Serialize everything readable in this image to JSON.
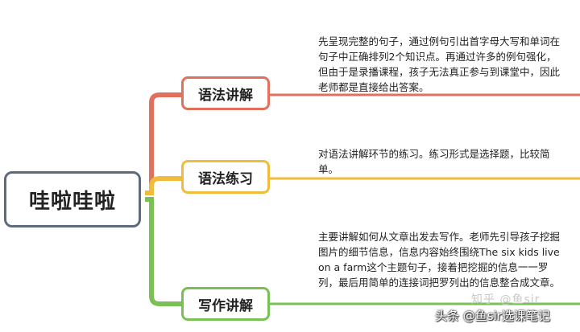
{
  "root": {
    "label": "哇啦哇啦"
  },
  "branches": [
    {
      "label": "语法讲解",
      "color": "#e2705e",
      "note": "先呈现完整的句子，通过例句引出首字母大写和单词在句子中正确排列2个知识点。再通过许多的例句强化，但由于是录播课程，孩子无法真正参与到课堂中，因此老师都是直接给出答案。"
    },
    {
      "label": "语法练习",
      "color": "#f0bc3c",
      "note": "对语法讲解环节的练习。练习形式是选择题，比较简单。"
    },
    {
      "label": "写作讲解",
      "color": "#79c155",
      "note": "主要讲解如何从文章出发去写作。老师先引导孩子挖掘图片的细节信息，信息内容始终围绕The six kids live on a farm这个主题句子，接着把挖掘的信息一一罗列，最后用简单的连接词把罗列出的信息整合成文章。"
    }
  ],
  "watermark": {
    "faint": "知乎 @鱼sir",
    "main": "头条 @鱼sir选课笔记"
  },
  "colors": {
    "root_border": "#5f6b7a",
    "red": "#e2705e",
    "yellow": "#f0bc3c",
    "green": "#79c155"
  }
}
